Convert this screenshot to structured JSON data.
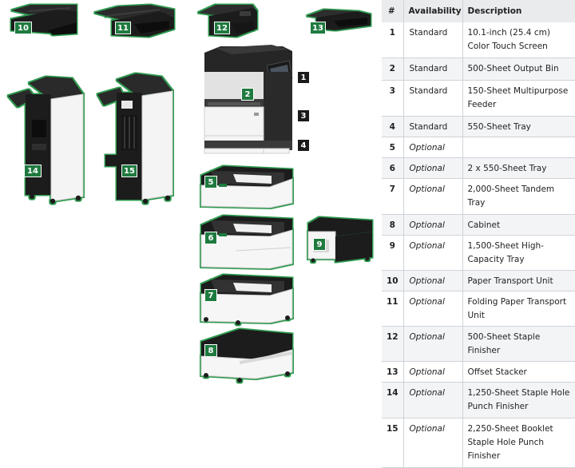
{
  "table": {
    "headers": [
      "#",
      "Availability",
      "Description"
    ],
    "rows": [
      {
        "num": "1",
        "availability": "Standard",
        "description": "10.1-inch (25.4 cm) Color Touch Screen"
      },
      {
        "num": "2",
        "availability": "Standard",
        "description": "500-Sheet Output Bin"
      },
      {
        "num": "3",
        "availability": "Standard",
        "description": "150-Sheet Multipurpose Feeder"
      },
      {
        "num": "4",
        "availability": "Standard",
        "description": "550-Sheet Tray"
      },
      {
        "num": "5",
        "availability": "Optional",
        "description": ""
      },
      {
        "num": "6",
        "availability": "Optional",
        "description": "2 x 550-Sheet Tray"
      },
      {
        "num": "7",
        "availability": "Optional",
        "description": "2,000-Sheet Tandem Tray"
      },
      {
        "num": "8",
        "availability": "Optional",
        "description": "Cabinet"
      },
      {
        "num": "9",
        "availability": "Optional",
        "description": "1,500-Sheet High-Capacity Tray"
      },
      {
        "num": "10",
        "availability": "Optional",
        "description": "Paper Transport Unit"
      },
      {
        "num": "11",
        "availability": "Optional",
        "description": "Folding Paper Transport Unit"
      },
      {
        "num": "12",
        "availability": "Optional",
        "description": "500-Sheet Staple Finisher"
      },
      {
        "num": "13",
        "availability": "Optional",
        "description": "Offset Stacker"
      },
      {
        "num": "14",
        "availability": "Optional",
        "description": "1,250-Sheet Staple Hole Punch Finisher"
      },
      {
        "num": "15",
        "availability": "Optional",
        "description": "2,250-Sheet Booklet Staple Hole Punch Finisher"
      }
    ]
  },
  "callouts": [
    "1",
    "2",
    "3",
    "4",
    "5",
    "6",
    "7",
    "8",
    "9",
    "10",
    "11",
    "12",
    "13",
    "14",
    "15"
  ],
  "colors": {
    "accent_green": "#1f7a3f",
    "outline_green": "#2e9a4f",
    "dark_body": "#232323",
    "header_bg": "#e9ebed"
  }
}
